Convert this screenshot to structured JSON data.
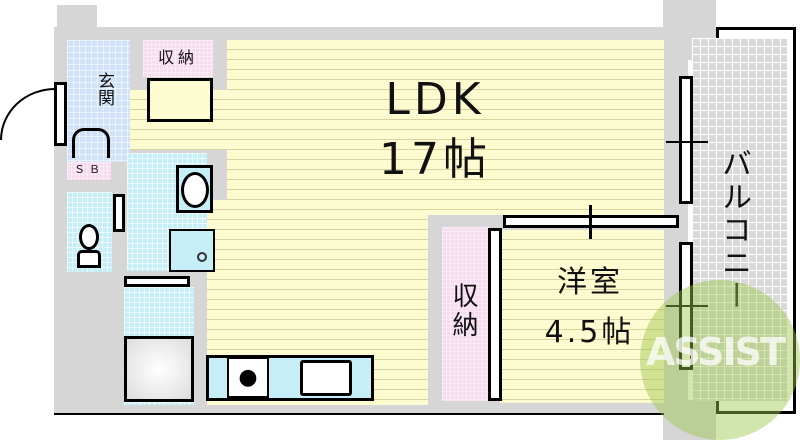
{
  "floorplan": {
    "rooms": {
      "ldk": {
        "name": "LDK",
        "size": "17帖"
      },
      "western_room": {
        "name": "洋室",
        "size": "4.5帖"
      },
      "entrance": {
        "name": "玄関"
      },
      "shoe_box": {
        "name": "ＳＢ"
      },
      "storage_top": {
        "name": "収納"
      },
      "storage_side": {
        "name": "収納"
      },
      "balcony": {
        "name": "バルコニー"
      }
    },
    "fixtures": [
      "washing-machine-pan",
      "washbasin",
      "toilet",
      "bathtub",
      "stove",
      "kitchen-sink"
    ],
    "watermark": {
      "text": "ASSIST"
    },
    "colors": {
      "wall": "#d6d6d6",
      "wood_floor": "#fdfbd0",
      "tile_blue": "#cfe2f8",
      "tile_cyan": "#c6eef6",
      "storage_pink": "#f7dcf0",
      "balcony": "#d9d9d9",
      "watermark_green": "#9cc64a",
      "watermark_red": "#e8685a"
    }
  }
}
